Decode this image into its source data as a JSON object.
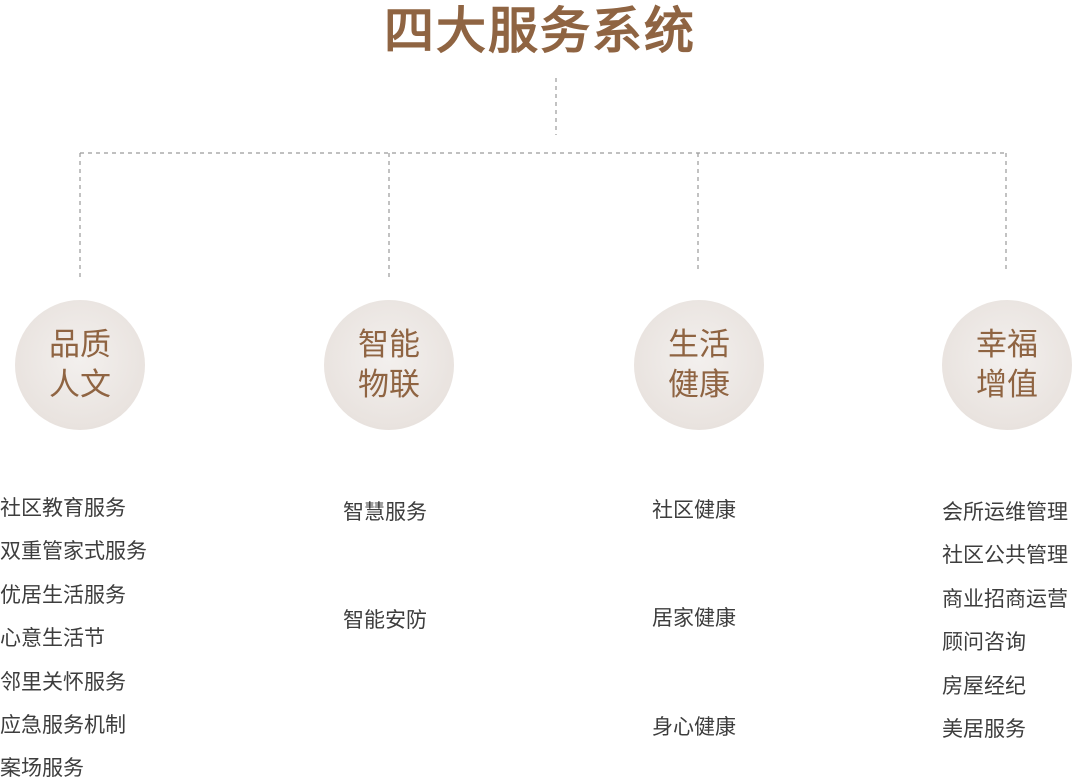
{
  "title": "四大服务系统",
  "colors": {
    "accent": "#8f6442",
    "line": "#9a9a9a",
    "text": "#3d3d3d",
    "circle": "#e9e3df"
  },
  "pillars": [
    {
      "line1": "品质",
      "line2": "人文",
      "items": [
        "社区教育服务",
        "双重管家式服务",
        "优居生活服务",
        "心意生活节",
        "邻里关怀服务",
        "应急服务机制",
        "案场服务"
      ]
    },
    {
      "line1": "智能",
      "line2": "物联",
      "items": [
        "智慧服务",
        "智能安防"
      ]
    },
    {
      "line1": "生活",
      "line2": "健康",
      "items": [
        "社区健康",
        "居家健康",
        "身心健康"
      ]
    },
    {
      "line1": "幸福",
      "line2": "增值",
      "items": [
        "会所运维管理",
        "社区公共管理",
        "商业招商运营",
        "顾问咨询",
        "房屋经纪",
        "美居服务"
      ]
    }
  ]
}
